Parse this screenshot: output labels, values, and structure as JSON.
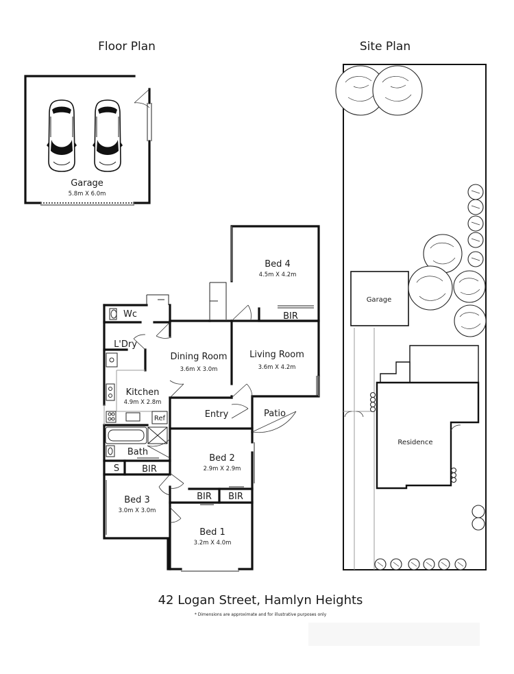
{
  "headings": {
    "floor_plan": "Floor Plan",
    "site_plan": "Site Plan"
  },
  "rooms": {
    "garage": {
      "name": "Garage",
      "dims": "5.8m X 6.0m"
    },
    "bed4": {
      "name": "Bed 4",
      "dims": "4.5m X 4.2m"
    },
    "bed4_bir": {
      "name": "BIR"
    },
    "wc": {
      "name": "Wc"
    },
    "laundry": {
      "name": "L'Dry"
    },
    "dining": {
      "name": "Dining Room",
      "dims": "3.6m X 3.0m"
    },
    "living": {
      "name": "Living Room",
      "dims": "3.6m X 4.2m"
    },
    "kitchen": {
      "name": "Kitchen",
      "dims": "4.9m X 2.8m"
    },
    "ref": {
      "name": "Ref"
    },
    "entry": {
      "name": "Entry"
    },
    "patio": {
      "name": "Patio"
    },
    "bed2": {
      "name": "Bed 2",
      "dims": "2.9m X 2.9m"
    },
    "bath": {
      "name": "Bath"
    },
    "s": {
      "name": "S"
    },
    "bath_bir": {
      "name": "BIR"
    },
    "bed3": {
      "name": "Bed 3",
      "dims": "3.0m X 3.0m"
    },
    "bed2_bir_left": {
      "name": "BIR"
    },
    "bed2_bir_right": {
      "name": "BIR"
    },
    "bed1": {
      "name": "Bed 1",
      "dims": "3.2m X 4.0m"
    }
  },
  "site": {
    "garage": "Garage",
    "residence": "Residence"
  },
  "footer": {
    "address": "42 Logan Street, Hamlyn Heights",
    "disclaimer": "* Dimensions are approximate and for illustrative purposes only"
  }
}
